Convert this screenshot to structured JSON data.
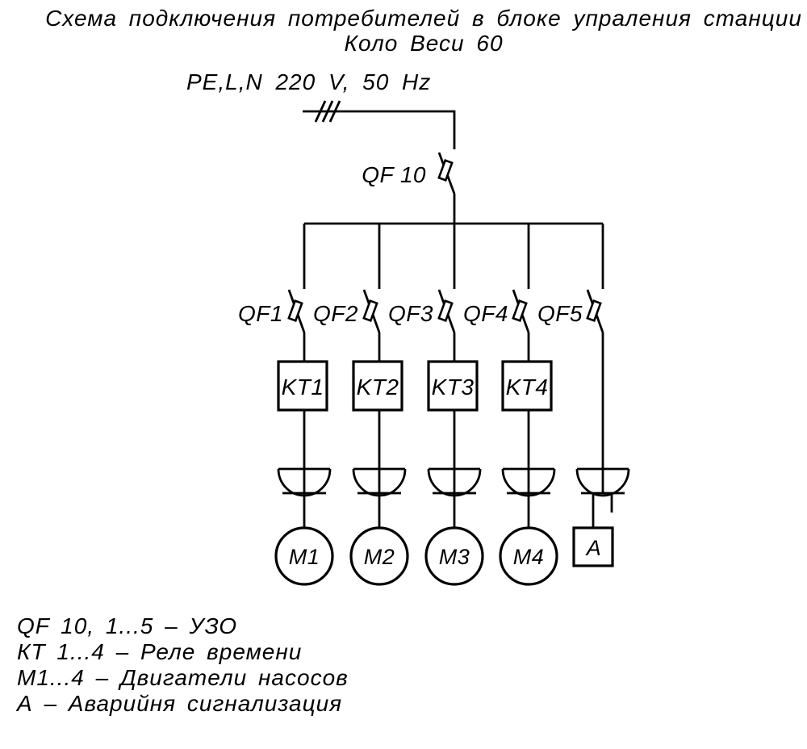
{
  "title": {
    "line1": "Схема подключения потребителей в блоке упраления станции",
    "line2": "Коло Веси 60"
  },
  "supply": {
    "label": "PE,L,N 220 V, 50 Hz"
  },
  "main_breaker": {
    "label": "QF 10"
  },
  "branches": [
    {
      "breaker_label": "QF1",
      "relay_label": "KT1",
      "load_label": "M1",
      "load_type": "motor"
    },
    {
      "breaker_label": "QF2",
      "relay_label": "KT2",
      "load_label": "M2",
      "load_type": "motor"
    },
    {
      "breaker_label": "QF3",
      "relay_label": "KT3",
      "load_label": "M3",
      "load_type": "motor"
    },
    {
      "breaker_label": "QF4",
      "relay_label": "KT4",
      "load_label": "M4",
      "load_type": "motor"
    },
    {
      "breaker_label": "QF5",
      "load_label": "A",
      "load_type": "alarm"
    }
  ],
  "legend": {
    "items": [
      "QF 10, 1...5 – УЗО",
      "КТ 1...4 – Реле времени",
      "М1...4 – Двигатели насосов",
      "А – Аварийня сигнализация"
    ]
  },
  "colors": {
    "line": "#000000",
    "background": "#ffffff"
  }
}
